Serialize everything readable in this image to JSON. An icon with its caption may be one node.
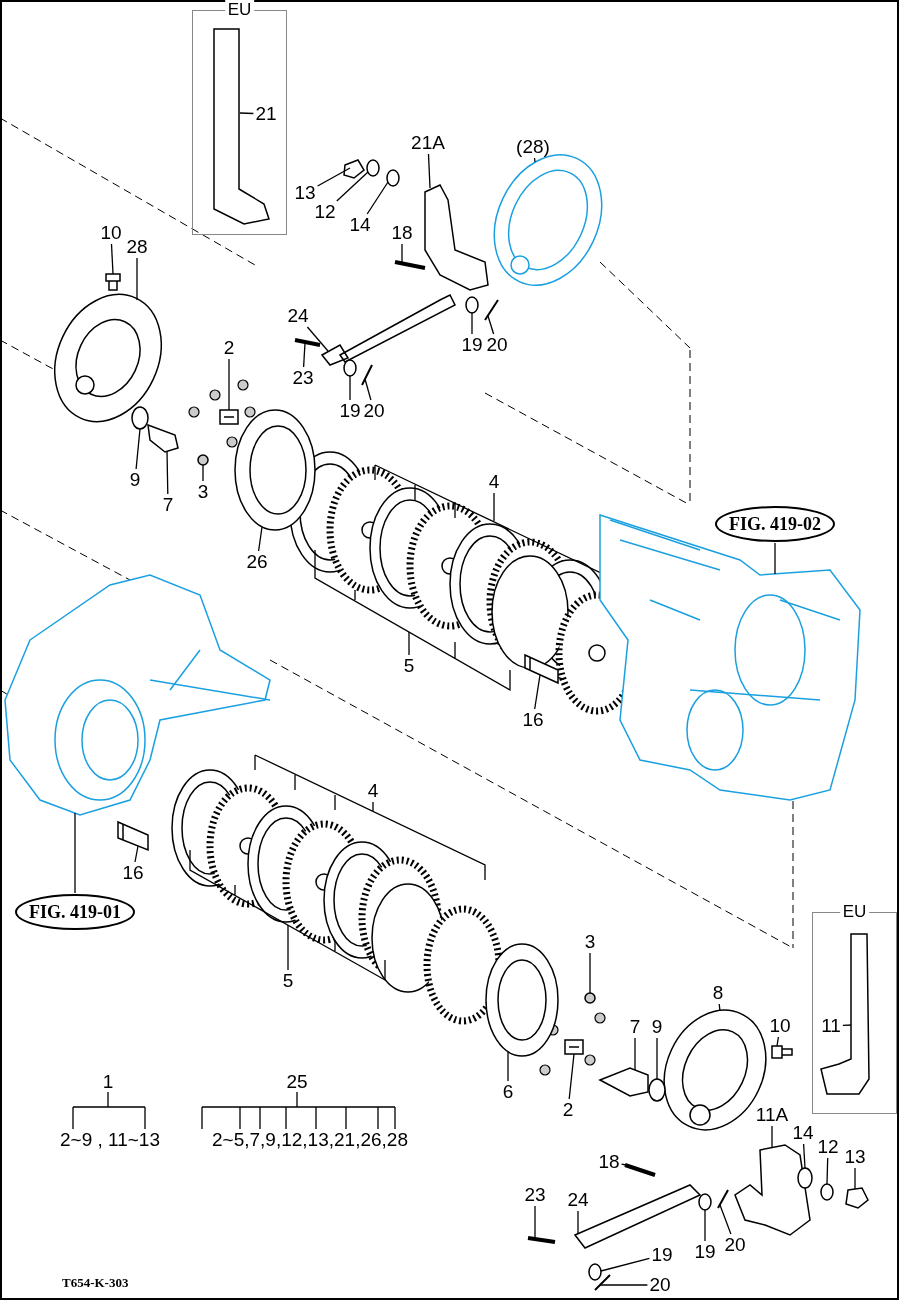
{
  "diagram": {
    "nodes": [
      {
        "text": [
          "EU"
        ]
      },
      {
        "text": [
          "21"
        ],
        "in": 0
      },
      {
        "text": [
          "21A"
        ]
      },
      {
        "text": [
          "(28)"
        ]
      },
      {
        "text": [
          "13"
        ]
      },
      {
        "text": [
          "12"
        ]
      },
      {
        "text": [
          "14"
        ]
      },
      {
        "text": [
          "10"
        ]
      },
      {
        "text": [
          "28"
        ]
      },
      {
        "text": [
          "18"
        ]
      },
      {
        "text": [
          "24"
        ]
      },
      {
        "text": [
          "2"
        ]
      },
      {
        "text": [
          "23"
        ]
      },
      {
        "text": [
          "19"
        ]
      },
      {
        "text": [
          "20"
        ]
      },
      {
        "text": [
          "19"
        ]
      },
      {
        "text": [
          "20"
        ]
      },
      {
        "text": [
          "9"
        ]
      },
      {
        "text": [
          "7"
        ]
      },
      {
        "text": [
          "3"
        ]
      },
      {
        "text": [
          "FIG. 419-02"
        ]
      },
      {
        "text": [
          "4"
        ]
      },
      {
        "text": [
          "26"
        ]
      },
      {
        "text": [
          "5"
        ]
      },
      {
        "text": [
          "16"
        ]
      },
      {
        "text": [
          "4"
        ]
      },
      {
        "text": [
          "16"
        ]
      },
      {
        "text": [
          "FIG. 419-01"
        ]
      },
      {
        "text": [
          "EU"
        ]
      },
      {
        "text": [
          "11"
        ],
        "in": 28
      },
      {
        "text": [
          "3"
        ]
      },
      {
        "text": [
          "5"
        ]
      },
      {
        "text": [
          "8"
        ]
      },
      {
        "text": [
          "10"
        ]
      },
      {
        "text": [
          "7"
        ]
      },
      {
        "text": [
          "9"
        ]
      },
      {
        "text": [
          "6"
        ]
      },
      {
        "text": [
          "2"
        ]
      },
      {
        "text": [
          "11A"
        ]
      },
      {
        "text": [
          "14"
        ]
      },
      {
        "text": [
          "12"
        ]
      },
      {
        "text": [
          "13"
        ]
      },
      {
        "text": [
          "18"
        ]
      },
      {
        "text": [
          "23"
        ]
      },
      {
        "text": [
          "24"
        ]
      },
      {
        "text": [
          "19"
        ]
      },
      {
        "text": [
          "20"
        ]
      },
      {
        "text": [
          "19"
        ]
      },
      {
        "text": [
          "20"
        ]
      },
      {
        "text": [
          "1"
        ]
      },
      {
        "text": [
          "2~9 , 11~13"
        ]
      },
      {
        "text": [
          "25"
        ]
      },
      {
        "text": [
          "2~5,7,9,12,13,21,26,28"
        ]
      },
      {
        "text": [],
        "shape": "picture",
        "in": 0
      },
      {
        "text": [],
        "shape": "picture"
      },
      {
        "text": [],
        "shape": "picture"
      },
      {
        "text": [],
        "shape": "picture"
      },
      {
        "text": [],
        "shape": "circle"
      },
      {
        "text": [],
        "shape": "circle"
      },
      {
        "text": [],
        "shape": "picture"
      },
      {
        "text": [],
        "shape": "picture"
      },
      {
        "text": [],
        "shape": "picture"
      },
      {
        "text": [],
        "shape": "picture"
      },
      {
        "text": [],
        "shape": "picture"
      },
      {
        "text": [],
        "shape": "picture"
      },
      {
        "text": [],
        "shape": "circle"
      },
      {
        "text": [],
        "shape": "picture"
      },
      {
        "text": [],
        "shape": "circle"
      },
      {
        "text": [],
        "shape": "picture"
      },
      {
        "text": [],
        "shape": "circle"
      },
      {
        "text": [],
        "shape": "picture"
      },
      {
        "text": [],
        "shape": "circle"
      },
      {
        "text": [],
        "shape": "picture"
      },
      {
        "text": [],
        "shape": "picture"
      },
      {
        "text": [],
        "shape": "picture"
      },
      {
        "text": [],
        "shape": "picture"
      },
      {
        "text": [],
        "shape": "picture"
      },
      {
        "text": [],
        "shape": "picture",
        "in": 28
      },
      {
        "text": [],
        "shape": "circle"
      },
      {
        "text": [],
        "shape": "picture"
      },
      {
        "text": [],
        "shape": "picture"
      },
      {
        "text": [],
        "shape": "picture"
      },
      {
        "text": [],
        "shape": "circle"
      },
      {
        "text": [],
        "shape": "picture"
      },
      {
        "text": [],
        "shape": "picture"
      },
      {
        "text": [],
        "shape": "picture"
      },
      {
        "text": [],
        "shape": "circle"
      },
      {
        "text": [],
        "shape": "circle"
      },
      {
        "text": [],
        "shape": "picture"
      },
      {
        "text": [],
        "shape": "picture"
      },
      {
        "text": [],
        "shape": "picture"
      },
      {
        "text": [],
        "shape": "picture"
      },
      {
        "text": [],
        "shape": "circle"
      },
      {
        "text": [],
        "shape": "picture"
      },
      {
        "text": [],
        "shape": "circle"
      },
      {
        "text": [],
        "shape": "picture"
      }
    ],
    "edges": [
      {
        "from": 1,
        "to": 53,
        "arrow": "none"
      },
      {
        "from": 2,
        "to": 54,
        "arrow": "none"
      },
      {
        "from": 3,
        "to": 55,
        "arrow": "none"
      },
      {
        "from": 4,
        "to": 56,
        "arrow": "none"
      },
      {
        "from": 5,
        "to": 57,
        "arrow": "none"
      },
      {
        "from": 6,
        "to": 58,
        "arrow": "none"
      },
      {
        "from": 7,
        "to": 59,
        "arrow": "none"
      },
      {
        "from": 8,
        "to": 60,
        "arrow": "none"
      },
      {
        "from": 9,
        "to": 61,
        "arrow": "none"
      },
      {
        "from": 10,
        "to": 62,
        "arrow": "none"
      },
      {
        "from": 11,
        "to": 63,
        "arrow": "none"
      },
      {
        "from": 12,
        "to": 64,
        "arrow": "none"
      },
      {
        "from": 13,
        "to": 65,
        "arrow": "none"
      },
      {
        "from": 14,
        "to": 66,
        "arrow": "none"
      },
      {
        "from": 15,
        "to": 67,
        "arrow": "none"
      },
      {
        "from": 16,
        "to": 68,
        "arrow": "none"
      },
      {
        "from": 17,
        "to": 69,
        "arrow": "none"
      },
      {
        "from": 18,
        "to": 70,
        "arrow": "none"
      },
      {
        "from": 19,
        "to": 71,
        "arrow": "none"
      },
      {
        "from": 20,
        "to": 72,
        "arrow": "none"
      },
      {
        "from": 21,
        "to": null,
        "arrow": "none"
      },
      {
        "from": 22,
        "to": 73,
        "arrow": "none"
      },
      {
        "from": 23,
        "to": null,
        "arrow": "none"
      },
      {
        "from": 24,
        "to": 74,
        "arrow": "none"
      },
      {
        "from": 25,
        "to": null,
        "arrow": "none"
      },
      {
        "from": 26,
        "to": 75,
        "arrow": "none"
      },
      {
        "from": 27,
        "to": 76,
        "arrow": "none"
      },
      {
        "from": 29,
        "to": 77,
        "arrow": "none"
      },
      {
        "from": 30,
        "to": 78,
        "arrow": "none"
      },
      {
        "from": 31,
        "to": null,
        "arrow": "none"
      },
      {
        "from": 32,
        "to": 79,
        "arrow": "none"
      },
      {
        "from": 33,
        "to": 80,
        "arrow": "none"
      },
      {
        "from": 34,
        "to": 81,
        "arrow": "none"
      },
      {
        "from": 35,
        "to": 82,
        "arrow": "none"
      },
      {
        "from": 36,
        "to": 83,
        "arrow": "none"
      },
      {
        "from": 37,
        "to": 84,
        "arrow": "none"
      },
      {
        "from": 38,
        "to": 85,
        "arrow": "none"
      },
      {
        "from": 39,
        "to": 86,
        "arrow": "none"
      },
      {
        "from": 40,
        "to": 87,
        "arrow": "none"
      },
      {
        "from": 41,
        "to": 88,
        "arrow": "none"
      },
      {
        "from": 42,
        "to": 89,
        "arrow": "none"
      },
      {
        "from": 43,
        "to": 90,
        "arrow": "none"
      },
      {
        "from": 44,
        "to": 91,
        "arrow": "none"
      },
      {
        "from": 45,
        "to": 92,
        "arrow": "none"
      },
      {
        "from": 46,
        "to": 93,
        "arrow": "none"
      },
      {
        "from": 47,
        "to": 94,
        "arrow": "none"
      },
      {
        "from": 48,
        "to": 95,
        "arrow": "none"
      },
      {
        "from": 49,
        "to": 50,
        "arrow": "none"
      },
      {
        "from": 51,
        "to": 52,
        "arrow": "none"
      }
    ],
    "labels": [
      "T654-K-303"
    ]
  }
}
